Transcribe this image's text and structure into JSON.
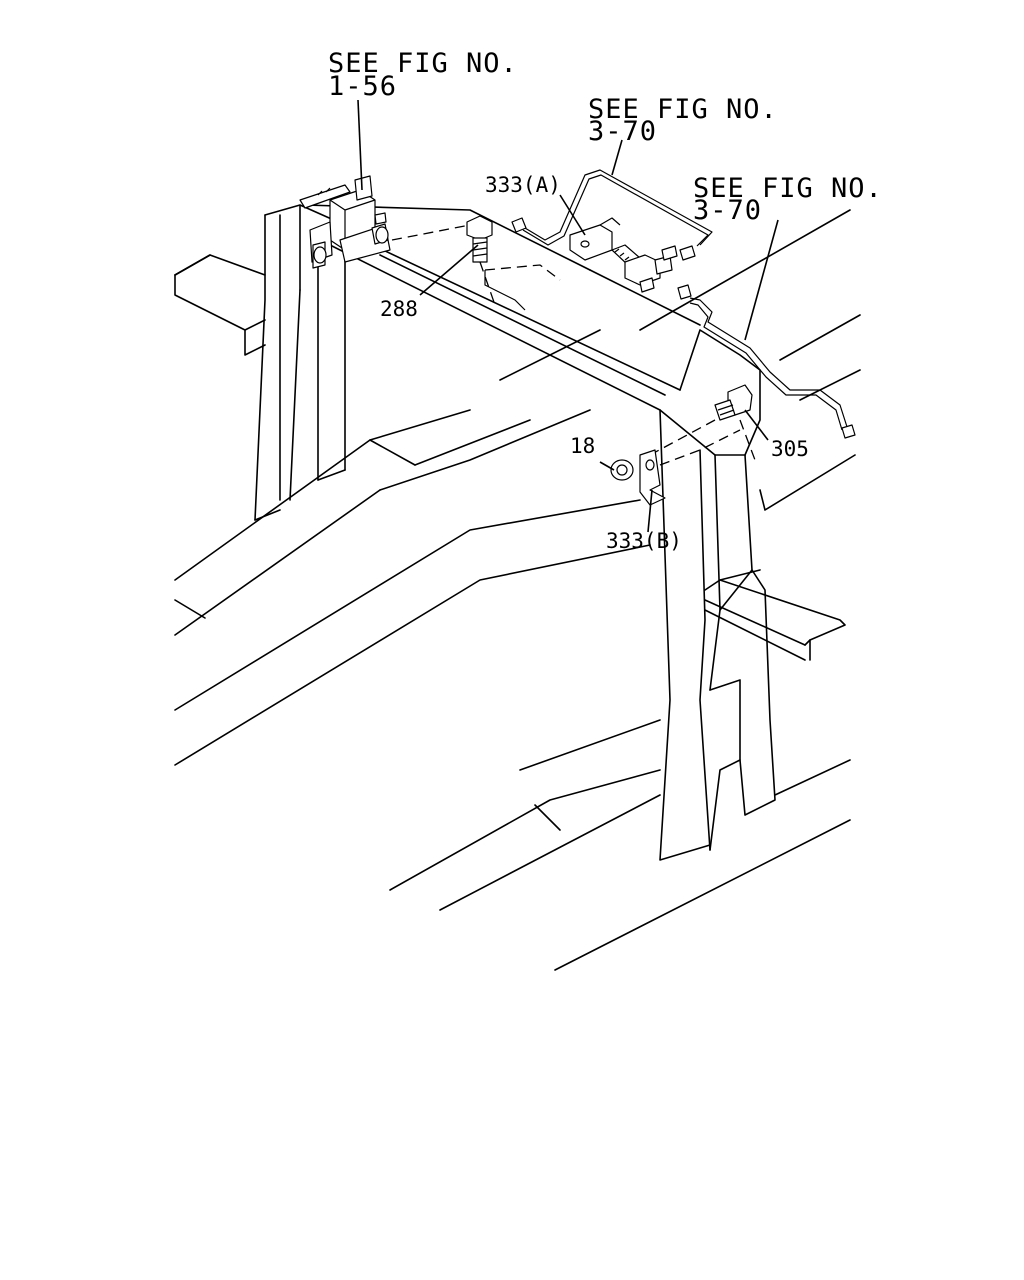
{
  "references": [
    {
      "line1": "SEE FIG NO.",
      "line2": "1-56"
    },
    {
      "line1": "SEE FIG NO.",
      "line2": "3-70"
    },
    {
      "line1": "SEE FIG NO.",
      "line2": "3-70"
    }
  ],
  "callouts": {
    "bracket_a": "333(A)",
    "bolt": "288",
    "nut": "18",
    "bracket_b": "333(B)",
    "bolt_305": "305"
  }
}
